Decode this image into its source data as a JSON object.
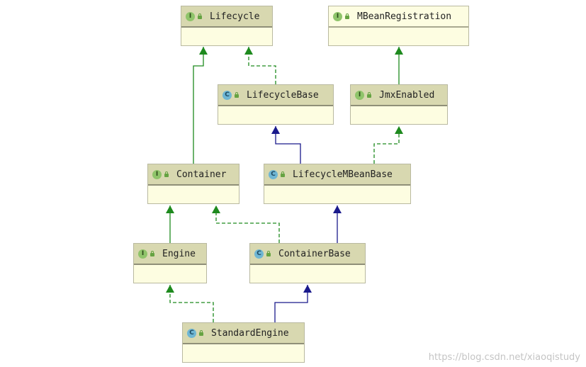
{
  "nodes": [
    {
      "id": "lifecycle",
      "kind": "I",
      "label": "Lifecycle"
    },
    {
      "id": "mbeanregistration",
      "kind": "I",
      "label": "MBeanRegistration"
    },
    {
      "id": "lifecyclebase",
      "kind": "C",
      "label": "LifecycleBase"
    },
    {
      "id": "jmxenabled",
      "kind": "I",
      "label": "JmxEnabled"
    },
    {
      "id": "container",
      "kind": "I",
      "label": "Container"
    },
    {
      "id": "lifecyclembeanbase",
      "kind": "C",
      "label": "LifecycleMBeanBase"
    },
    {
      "id": "engine",
      "kind": "I",
      "label": "Engine"
    },
    {
      "id": "containerbase",
      "kind": "C",
      "label": "ContainerBase"
    },
    {
      "id": "standardengine",
      "kind": "C",
      "label": "StandardEngine"
    }
  ],
  "edges": [
    {
      "from": "container",
      "to": "lifecycle",
      "type": "extends"
    },
    {
      "from": "lifecyclebase",
      "to": "lifecycle",
      "type": "implements"
    },
    {
      "from": "jmxenabled",
      "to": "mbeanregistration",
      "type": "extends"
    },
    {
      "from": "lifecyclembeanbase",
      "to": "lifecyclebase",
      "type": "class-extends"
    },
    {
      "from": "lifecyclembeanbase",
      "to": "jmxenabled",
      "type": "implements"
    },
    {
      "from": "engine",
      "to": "container",
      "type": "extends"
    },
    {
      "from": "containerbase",
      "to": "container",
      "type": "implements"
    },
    {
      "from": "containerbase",
      "to": "lifecyclembeanbase",
      "type": "class-extends"
    },
    {
      "from": "standardengine",
      "to": "engine",
      "type": "implements"
    },
    {
      "from": "standardengine",
      "to": "containerbase",
      "type": "class-extends"
    }
  ],
  "colors": {
    "interface_arrow": "#1e8a1e",
    "class_arrow": "#1a1a8c",
    "header_bg": "#d8d8b0",
    "body_bg": "#fdfde1"
  },
  "watermark": "https://blog.csdn.net/xiaoqistudy"
}
